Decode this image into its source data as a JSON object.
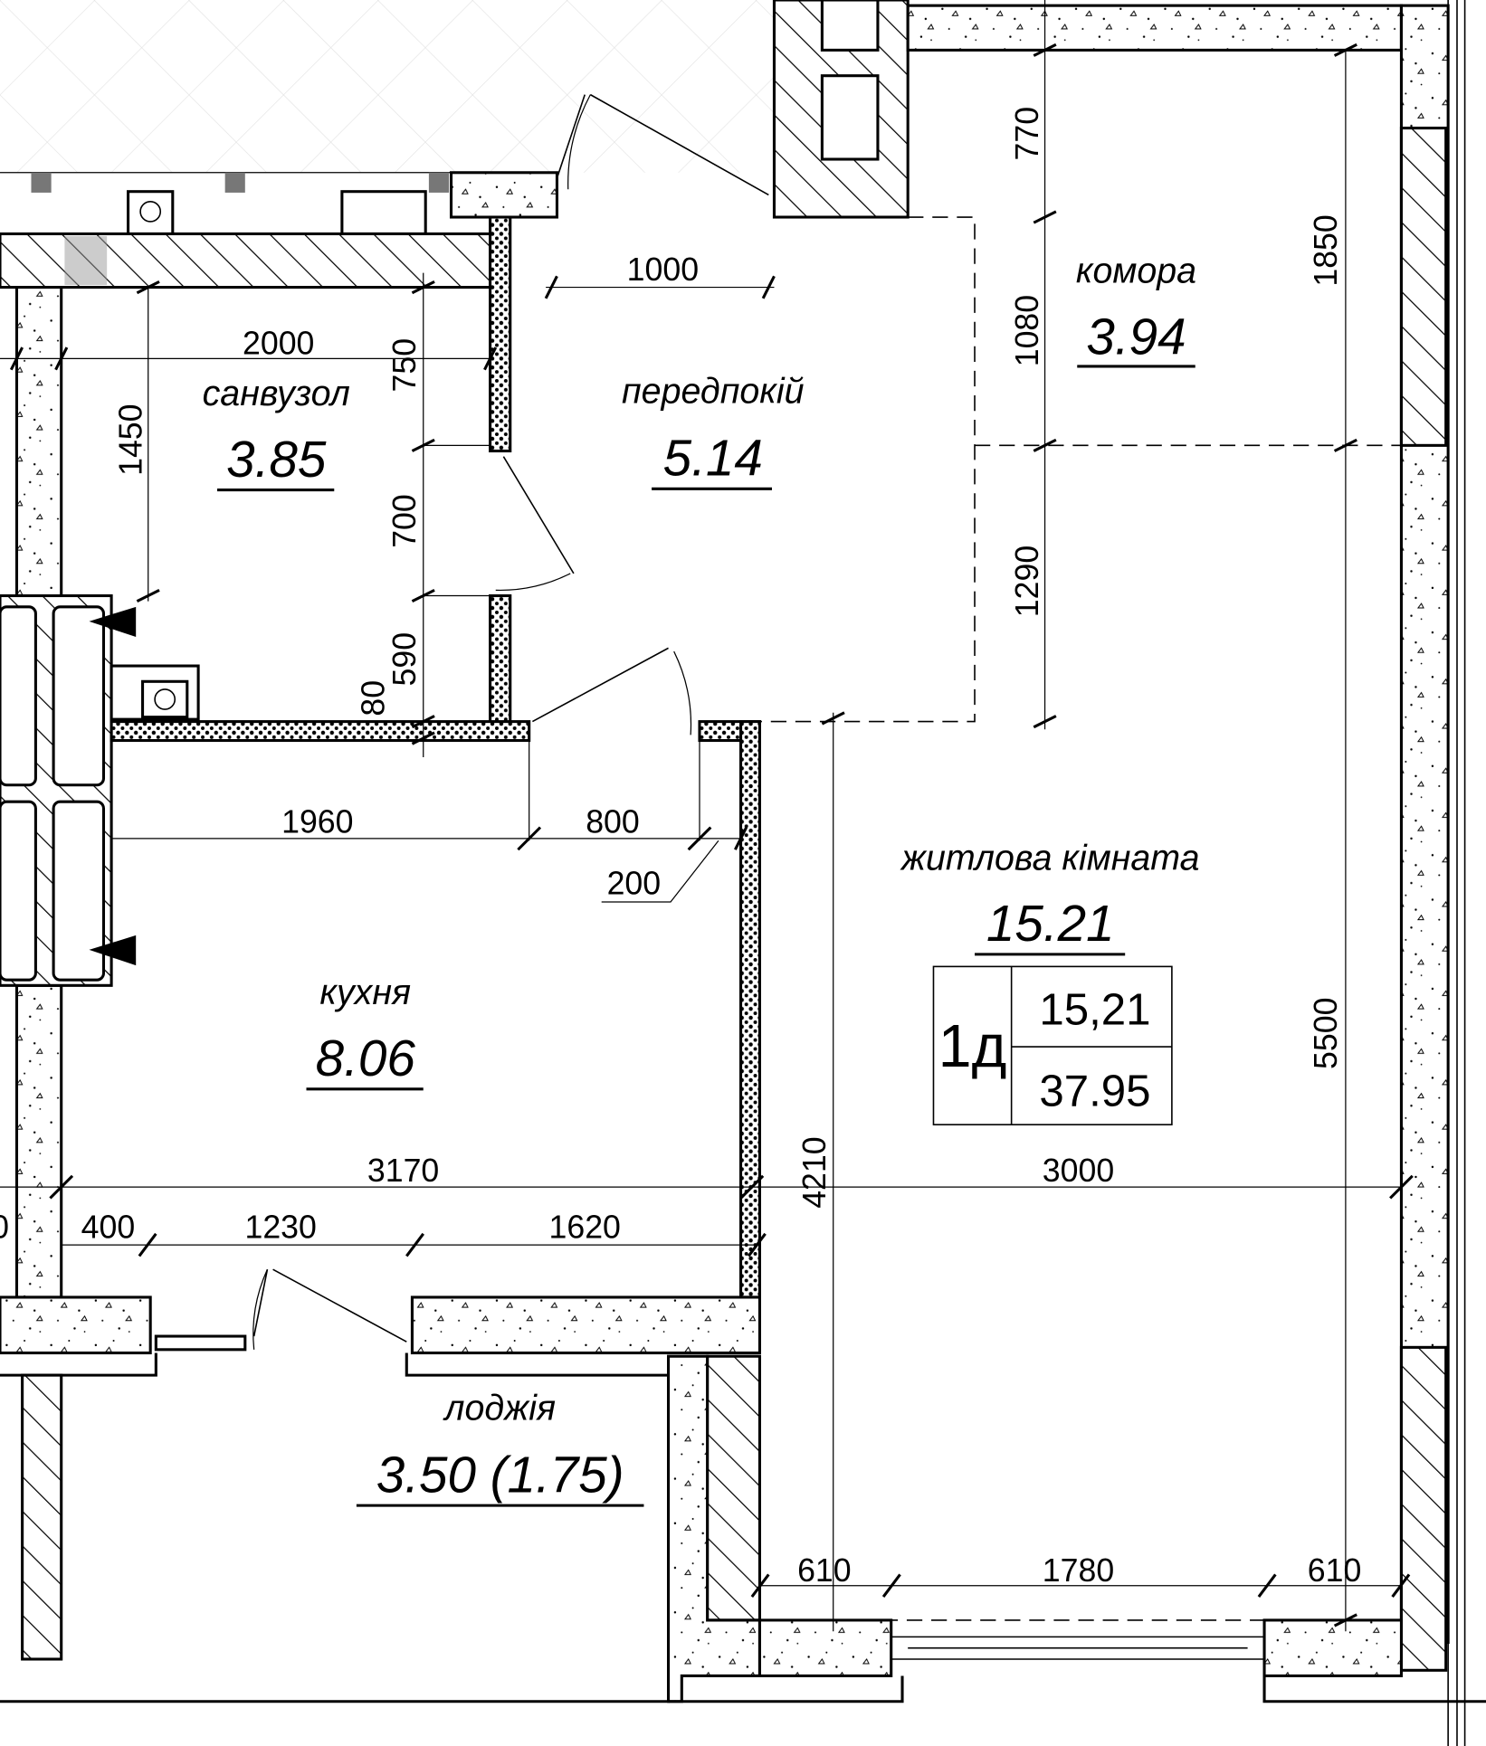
{
  "rooms": {
    "bathroom": {
      "name": "санвузол",
      "area": "3.85"
    },
    "hallway": {
      "name": "передпокій",
      "area": "5.14"
    },
    "storage": {
      "name": "комора",
      "area": "3.94"
    },
    "living_room": {
      "name": "житлова кімната",
      "area": "15.21"
    },
    "kitchen": {
      "name": "кухня",
      "area": "8.06"
    },
    "loggia": {
      "name": "лоджія",
      "area": "3.50 (1.75)"
    }
  },
  "apartment_tag": {
    "type": "1д",
    "living_area": "15,21",
    "total_area": "37.95"
  },
  "dimensions": {
    "d1000": "1000",
    "d2000": "2000",
    "d750": "750",
    "d1450": "1450",
    "d700": "700",
    "d590": "590",
    "d80": "80",
    "d770": "770",
    "d1850": "1850",
    "d1080": "1080",
    "d1290": "1290",
    "d1960": "1960",
    "d800": "800",
    "d200": "200",
    "d3170": "3170",
    "d3000": "3000",
    "d4210": "4210",
    "d5500": "5500",
    "d0": "0",
    "d400": "400",
    "d1230": "1230",
    "d1620": "1620",
    "d610a": "610",
    "d1780": "1780",
    "d610b": "610"
  }
}
